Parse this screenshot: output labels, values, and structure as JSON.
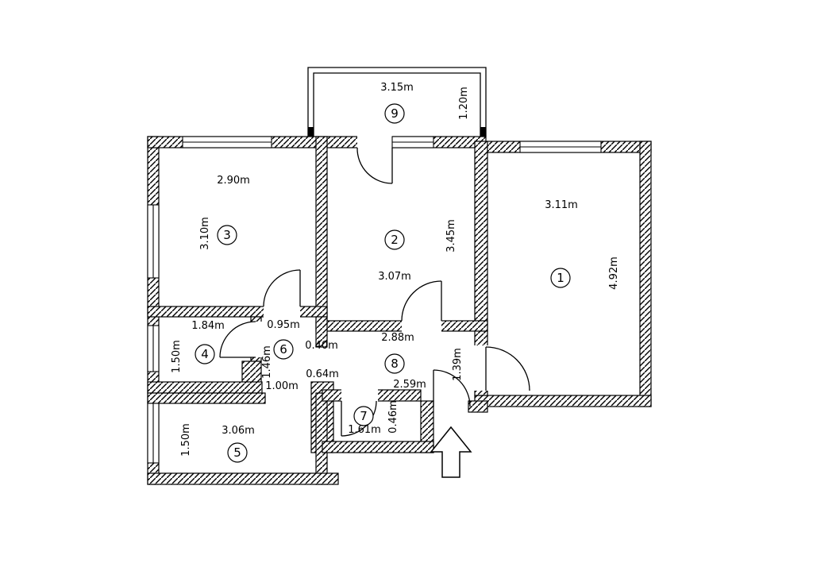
{
  "drawing": {
    "type": "apartment-floor-plan",
    "background": "#ffffff",
    "line_color": "#000000",
    "units": "m"
  },
  "rooms": [
    {
      "number": "1",
      "width": "3.11m",
      "height": "4.92m"
    },
    {
      "number": "2",
      "width": "3.07m",
      "height": "3.45m"
    },
    {
      "number": "3",
      "width": "2.90m",
      "height": "3.10m"
    },
    {
      "number": "4",
      "width": "1.84m",
      "height": "1.50m"
    },
    {
      "number": "5",
      "width": "3.06m",
      "height": "1.50m"
    },
    {
      "number": "6",
      "width": "0.95m",
      "height": "1.46m"
    },
    {
      "number": "7",
      "width": "1.61m",
      "height": "0.46m"
    },
    {
      "number": "8",
      "width": "2.88m",
      "height": "1.39m"
    },
    {
      "number": "9",
      "width": "3.15m",
      "height": "1.20m"
    }
  ],
  "extras": {
    "hall_gap": "0.40m",
    "door_width": "0.64m",
    "corridor_width": "1.00m",
    "hall_bottom_width": "2.59m"
  }
}
